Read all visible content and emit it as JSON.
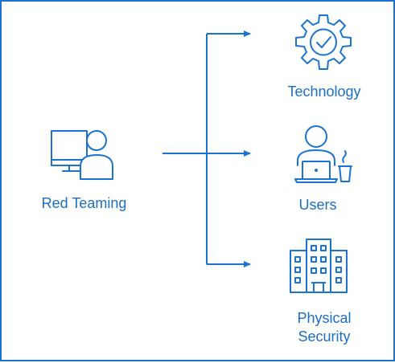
{
  "diagram": {
    "colors": {
      "primary": "#1a73d2",
      "text": "#1a6fc4",
      "border": "#1a73d2",
      "background": "#ffffff"
    },
    "source": {
      "label": "Red Teaming",
      "icon": "person-at-computer-icon"
    },
    "targets": [
      {
        "label": "Technology",
        "icon": "gear-check-icon"
      },
      {
        "label": "Users",
        "icon": "user-laptop-coffee-icon"
      },
      {
        "label_line1": "Physical",
        "label_line2": "Security",
        "icon": "office-building-icon"
      }
    ]
  }
}
